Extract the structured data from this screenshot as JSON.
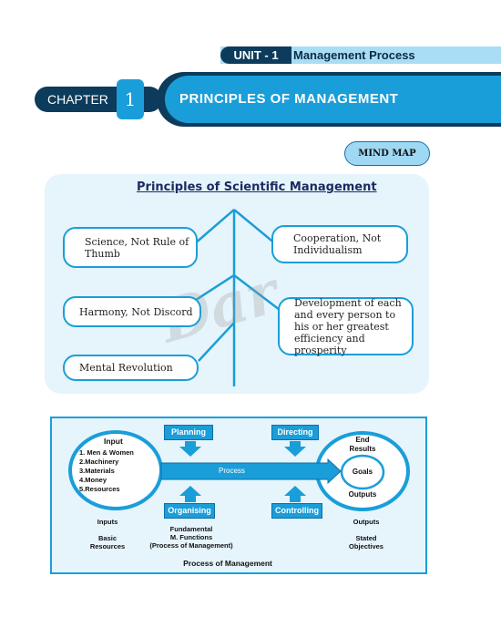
{
  "unit": {
    "label": "UNIT -  1",
    "title": "Management Process"
  },
  "chapter": {
    "label": "CHAPTER",
    "number": "1",
    "title": "PRINCIPLES OF MANAGEMENT"
  },
  "mind_map_label": "MIND MAP",
  "scientific": {
    "title": "Principles of Scientific Management",
    "boxes": [
      "Science, Not Rule of Thumb",
      "Cooperation, Not Individualism",
      "Harmony, Not Discord",
      "Development of each and every person to his or her greatest efficiency and prosperity",
      "Mental Revolution"
    ],
    "watermark": "Dar"
  },
  "process": {
    "input_title": "Input",
    "input_items": [
      "1. Men & Women",
      "2.Machinery",
      "3.Materials",
      "4.Money",
      "5.Resources"
    ],
    "end_results": "End Results",
    "goals": "Goals",
    "outputs": "Outputs",
    "planning": "Planning",
    "directing": "Directing",
    "organising": "Organising",
    "controlling": "Controlling",
    "process_label": "Process",
    "inputs_caption": "Inputs",
    "basic_resources": "Basic Resources",
    "fundamental_line1": "Fundamental",
    "fundamental_line2": "M. Functions",
    "fundamental_line3": "(Process of Management)",
    "outputs_caption": "Outputs",
    "stated_objectives": "Stated Objectives",
    "caption": "Process of Management"
  },
  "colors": {
    "navy": "#0d3b5c",
    "blue": "#1a9ed9",
    "light_blue": "#a8ddf5",
    "panel": "#e6f4fb"
  }
}
